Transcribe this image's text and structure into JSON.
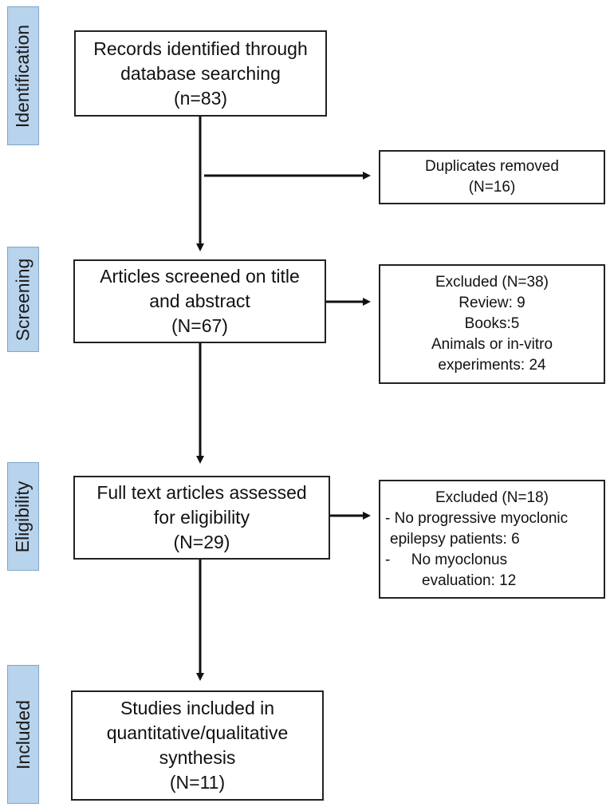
{
  "stages": {
    "identification": "Identification",
    "screening": "Screening",
    "eligibility": "Eligibility",
    "included": "Included"
  },
  "boxes": {
    "records": {
      "line1": "Records identified through",
      "line2": "database searching",
      "count": "(n=83)"
    },
    "duplicates": {
      "line1": "Duplicates removed",
      "count": "(N=16)"
    },
    "screened": {
      "line1": "Articles screened on title",
      "line2": "and abstract",
      "count": "(N=67)"
    },
    "excluded_screen": {
      "header": "Excluded (N=38)",
      "item1": "Review: 9",
      "item2": "Books:5",
      "item3": "Animals or in-vitro",
      "item4": "experiments: 24"
    },
    "fulltext": {
      "line1": "Full text articles assessed",
      "line2": "for eligibility",
      "count": "(N=29)"
    },
    "excluded_elig": {
      "header": "Excluded (N=18)",
      "item1_line1": "- No progressive myoclonic",
      "item1_line2": "epilepsy patients: 6",
      "item2_line1": "-     No myoclonus",
      "item2_line2": "evaluation: 12"
    },
    "included": {
      "line1": "Studies included in",
      "line2": "quantitative/qualitative",
      "line3": "synthesis",
      "count": "(N=11)"
    }
  }
}
